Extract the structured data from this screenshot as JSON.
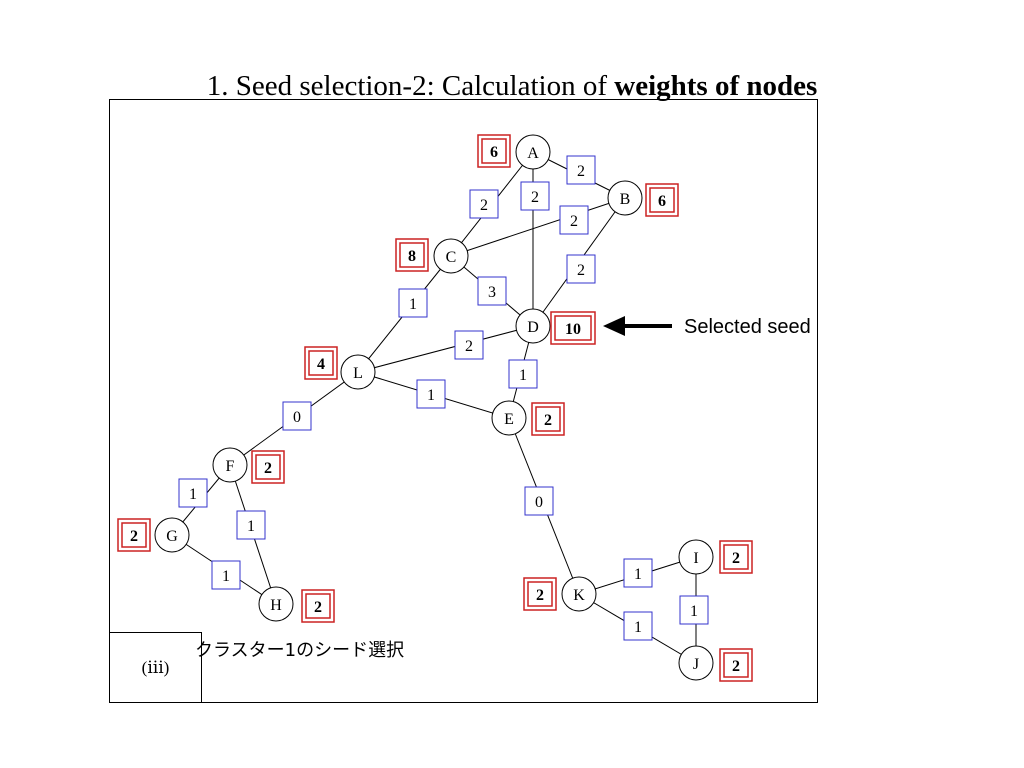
{
  "title": {
    "prefix": "1. Seed selection-2: Calculation of ",
    "bold": "weights of nodes"
  },
  "panel_label": "(ⅲ)",
  "caption": "クラスター1のシード選択",
  "annotation": "Selected seed",
  "nodes": [
    {
      "id": "A",
      "weight": "6"
    },
    {
      "id": "B",
      "weight": "6"
    },
    {
      "id": "C",
      "weight": "8"
    },
    {
      "id": "D",
      "weight": "10"
    },
    {
      "id": "L",
      "weight": "4"
    },
    {
      "id": "E",
      "weight": "2"
    },
    {
      "id": "F",
      "weight": "2"
    },
    {
      "id": "G",
      "weight": "2"
    },
    {
      "id": "H",
      "weight": "2"
    },
    {
      "id": "K",
      "weight": "2"
    },
    {
      "id": "I",
      "weight": "2"
    },
    {
      "id": "J",
      "weight": "2"
    }
  ],
  "edges": [
    {
      "from": "A",
      "to": "B",
      "weight": "2"
    },
    {
      "from": "A",
      "to": "C",
      "weight": "2"
    },
    {
      "from": "A",
      "to": "D",
      "weight": "2"
    },
    {
      "from": "C",
      "to": "B",
      "weight": "2"
    },
    {
      "from": "B",
      "to": "D",
      "weight": "2"
    },
    {
      "from": "C",
      "to": "D",
      "weight": "3"
    },
    {
      "from": "C",
      "to": "L",
      "weight": "1"
    },
    {
      "from": "L",
      "to": "D",
      "weight": "2"
    },
    {
      "from": "D",
      "to": "E",
      "weight": "1"
    },
    {
      "from": "L",
      "to": "E",
      "weight": "1"
    },
    {
      "from": "L",
      "to": "F",
      "weight": "0"
    },
    {
      "from": "F",
      "to": "G",
      "weight": "1"
    },
    {
      "from": "F",
      "to": "H",
      "weight": "1"
    },
    {
      "from": "G",
      "to": "H",
      "weight": "1"
    },
    {
      "from": "E",
      "to": "K",
      "weight": "0"
    },
    {
      "from": "K",
      "to": "I",
      "weight": "1"
    },
    {
      "from": "I",
      "to": "J",
      "weight": "1"
    },
    {
      "from": "K",
      "to": "J",
      "weight": "1"
    }
  ],
  "selected_seed": "D"
}
